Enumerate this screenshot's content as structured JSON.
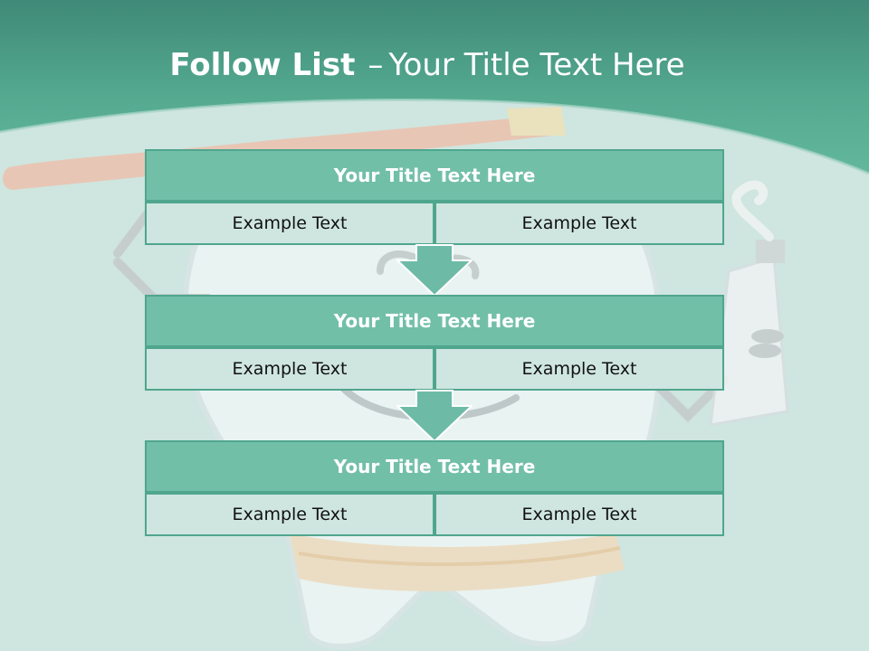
{
  "title": {
    "lead": "Follow List",
    "dash": "–",
    "rest": "Your Title Text Here"
  },
  "steps": [
    {
      "title": "Your Title Text Here",
      "left": "Example Text",
      "right": "Example Text"
    },
    {
      "title": "Your Title Text Here",
      "left": "Example Text",
      "right": "Example Text"
    },
    {
      "title": "Your Title Text Here",
      "left": "Example Text",
      "right": "Example Text"
    }
  ],
  "colors": {
    "header_band": "#4e9e89",
    "background": "#cfe5df",
    "box_header": "#72bfa8",
    "box_cell": "#cfe6e0",
    "box_border": "#4fa68d",
    "arrow": "#6dbba6"
  },
  "icons": [
    "tooth-mascot-illustration",
    "toothbrush-illustration",
    "toothpaste-tube-illustration",
    "down-arrow-icon"
  ]
}
